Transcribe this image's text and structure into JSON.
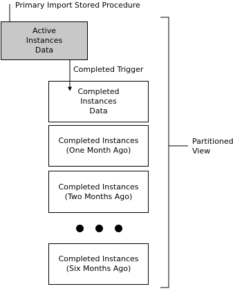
{
  "diagram": {
    "procedure_label": "Primary Import Stored Procedure",
    "trigger_label": "Completed Trigger",
    "view_label": "Partitioned\nView",
    "active_box": {
      "label": "Active\nInstances\nData",
      "fill": "#c8c8c8"
    },
    "partition_boxes": [
      {
        "label": "Completed\nInstances\nData"
      },
      {
        "label": "Completed Instances\n(One Month Ago)"
      },
      {
        "label": "Completed Instances\n(Two Months Ago)"
      },
      {
        "label": "Completed Instances\n(Six Months Ago)"
      }
    ],
    "ellipsis_dot_count": 3
  }
}
